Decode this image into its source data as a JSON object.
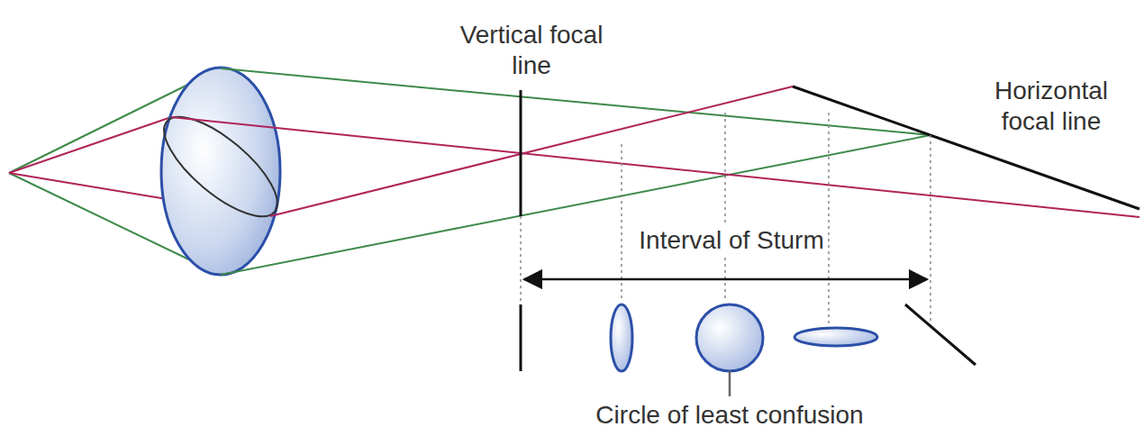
{
  "diagram": {
    "labels": [
      "Vertical focal line",
      "Horizontal focal line",
      "Interval of Sturm",
      "Circle of least confusion"
    ]
  }
}
